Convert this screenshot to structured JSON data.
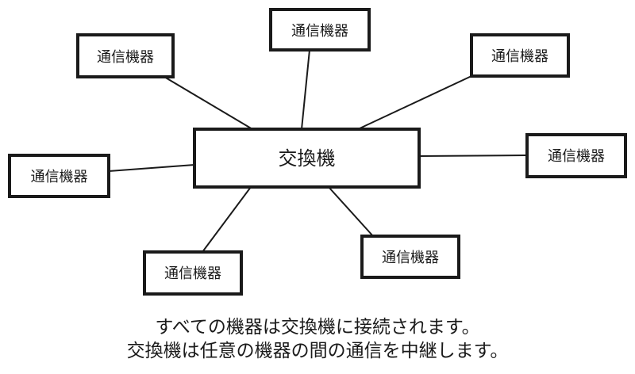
{
  "diagram": {
    "hub": {
      "label": "交換機"
    },
    "devices": [
      {
        "label": "通信機器"
      },
      {
        "label": "通信機器"
      },
      {
        "label": "通信機器"
      },
      {
        "label": "通信機器"
      },
      {
        "label": "通信機器"
      },
      {
        "label": "通信機器"
      },
      {
        "label": "通信機器"
      }
    ]
  },
  "caption": {
    "line1": "すべての機器は交換機に接続されます。",
    "line2": "交換機は任意の機器の間の通信を中継します。"
  }
}
